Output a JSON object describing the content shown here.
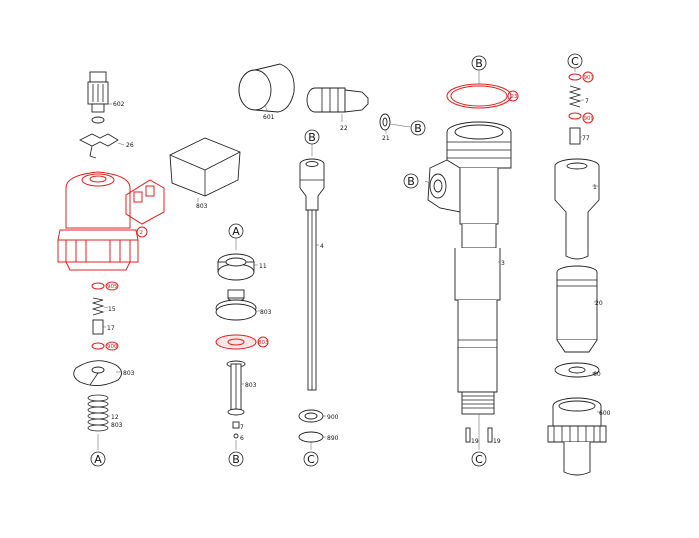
{
  "colors": {
    "line": "#222222",
    "highlight": "#e02020",
    "background": "#ffffff"
  },
  "callouts": {
    "col1_bottom": "A",
    "col2_top": "A",
    "col2_bottom": "B",
    "col3_top": "B",
    "col3_side": "B",
    "col3_bottom": "C",
    "col4_top": "B",
    "col4_side": "B",
    "col4_bottom": "C",
    "col5_top": "C"
  },
  "labels": {
    "p602": "602",
    "p26": "26",
    "p803a": "803",
    "p2": "2",
    "p905a": "905",
    "p15": "15",
    "p17": "17",
    "p900a": "900",
    "p803b": "803",
    "p12": "12",
    "p803c": "803",
    "p11": "11",
    "p803d": "803",
    "p803e": "803",
    "p803f": "803",
    "p7a": "7",
    "p6": "6",
    "p601": "601",
    "p22": "22",
    "p21": "21",
    "p4": "4",
    "p900b": "900",
    "p890": "890",
    "p23": "23",
    "p3": "3",
    "p19a": "19",
    "p19b": "19",
    "p903": "903",
    "p7b": "7",
    "p909": "909",
    "p77": "77",
    "p1": "1",
    "p20": "20",
    "p60": "60",
    "p600": "600"
  }
}
